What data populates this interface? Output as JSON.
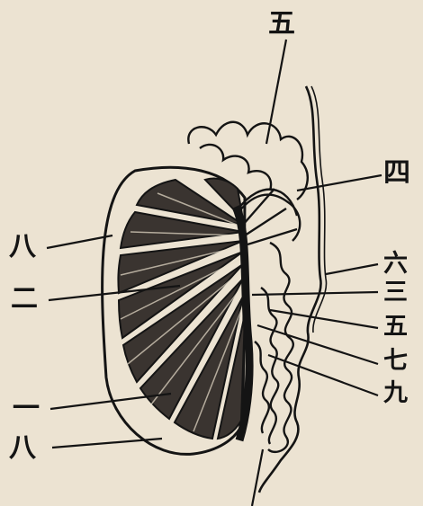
{
  "labels": {
    "top": "五",
    "right_4": "四",
    "right_6": "六",
    "right_3": "三",
    "right_5": "五",
    "right_7": "七",
    "right_9": "九",
    "left_8a": "八",
    "left_2": "二",
    "left_1": "一",
    "left_8b": "八"
  },
  "colors": {
    "paper": "#ece3d2",
    "ink": "#141414",
    "lobule_fill": "#3a3430",
    "lobule_shade": "#6b635c"
  }
}
